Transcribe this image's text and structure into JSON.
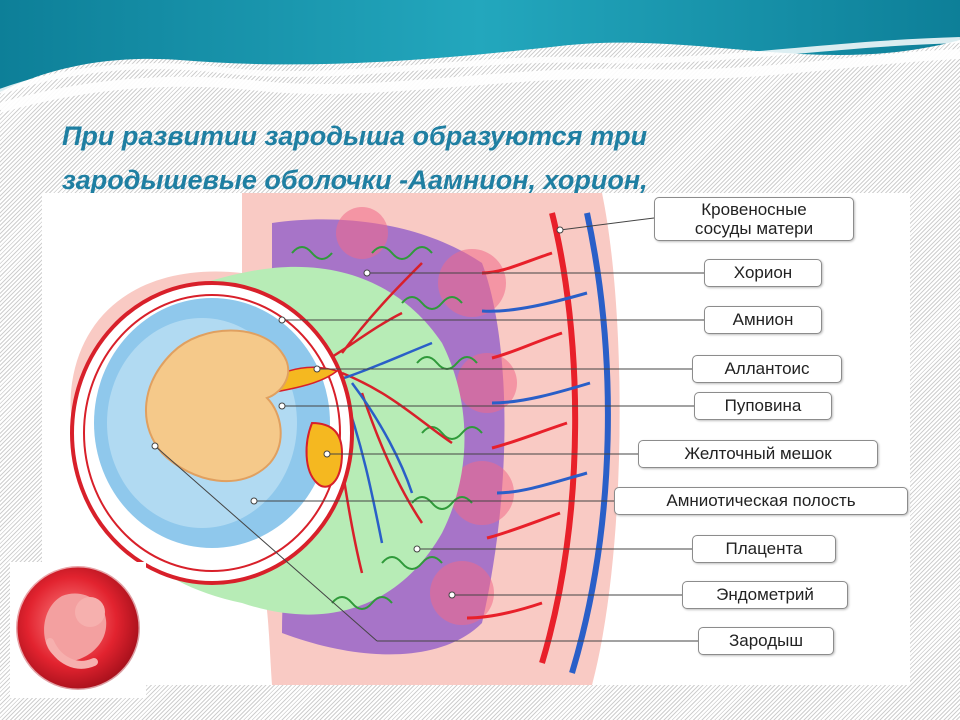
{
  "title": {
    "line1": "При развитии зародыша образуются три",
    "line2": "зародышевые оболочки -Аамнион, хорион,"
  },
  "labels": {
    "blood_vessels_line1": "Кровеносные",
    "blood_vessels_line2": "сосуды матери",
    "chorion": "Хорион",
    "amnion": "Амнион",
    "allantois": "Аллантоис",
    "umbilical_cord": "Пуповина",
    "yolk_sac": "Желточный мешок",
    "amniotic_cavity": "Амниотическая полость",
    "placenta": "Плацента",
    "endometrium": "Эндометрий",
    "embryo": "Зародыш"
  },
  "colors": {
    "title": "#1f7fa2",
    "wave_teal": "#0f8fa6",
    "uterus_pink": "#f9c9c4",
    "placenta_purple": "#a774c8",
    "chorion_green": "#b7ecb6",
    "amnion_blue": "#8fc8ec",
    "embryo_tan": "#f5c98a",
    "artery_red": "#e8202a",
    "vein_blue": "#2a5fc8"
  }
}
